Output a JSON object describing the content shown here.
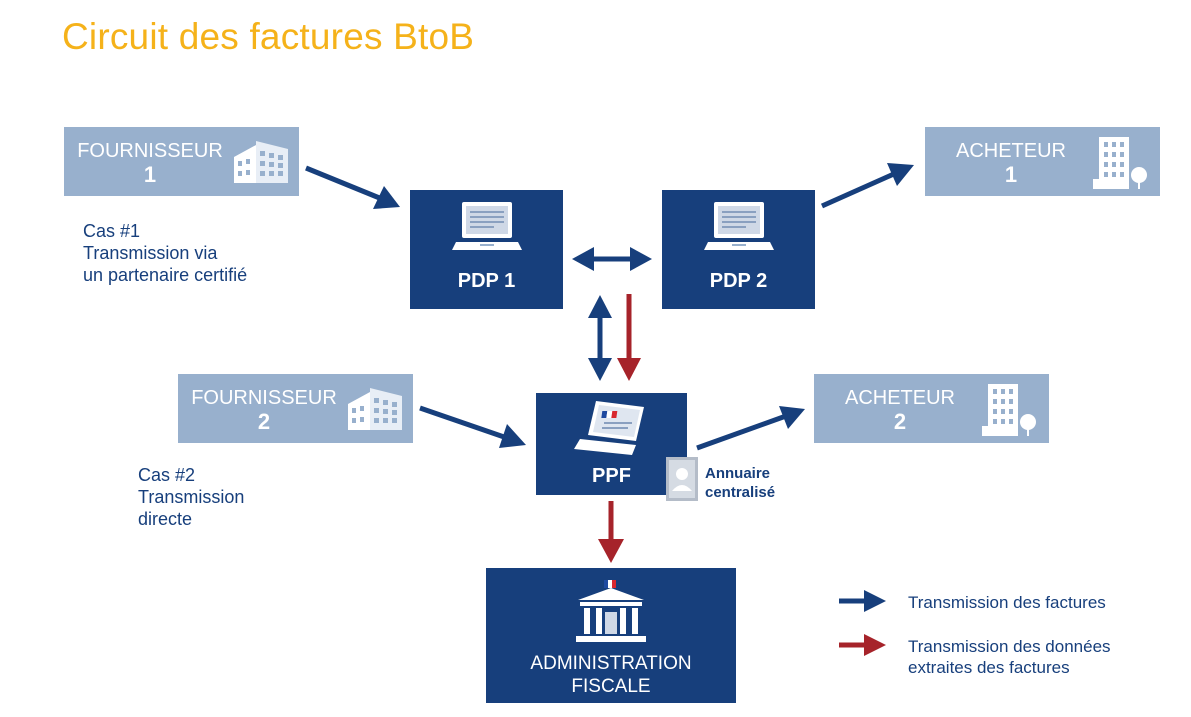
{
  "title": "Circuit des factures BtoB",
  "fournisseur1": {
    "label": "FOURNISSEUR",
    "num": "1"
  },
  "fournisseur2": {
    "label": "FOURNISSEUR",
    "num": "2"
  },
  "acheteur1": {
    "label": "ACHETEUR",
    "num": "1"
  },
  "acheteur2": {
    "label": "ACHETEUR",
    "num": "2"
  },
  "pdp1": {
    "label": "PDP 1"
  },
  "pdp2": {
    "label": "PDP 2"
  },
  "ppf": {
    "label": "PPF"
  },
  "administration": {
    "line1": "ADMINISTRATION",
    "line2": "FISCALE"
  },
  "annuaire": {
    "line1": "Annuaire",
    "line2": "centralisé"
  },
  "cas1": {
    "line1": "Cas #1",
    "line2": "Transmission via",
    "line3": "un partenaire certifié"
  },
  "cas2": {
    "line1": "Cas #2",
    "line2": "Transmission",
    "line3": "directe"
  },
  "legend": {
    "factures": "Transmission des factures",
    "donnees_line1": "Transmission des données",
    "donnees_line2": "extraites des factures"
  },
  "colors": {
    "blue_arrow": "#173f7c",
    "red_arrow": "#a6232a",
    "title": "#f5b21a",
    "light_box": "#98b0cd",
    "dark_box": "#173f7c"
  }
}
